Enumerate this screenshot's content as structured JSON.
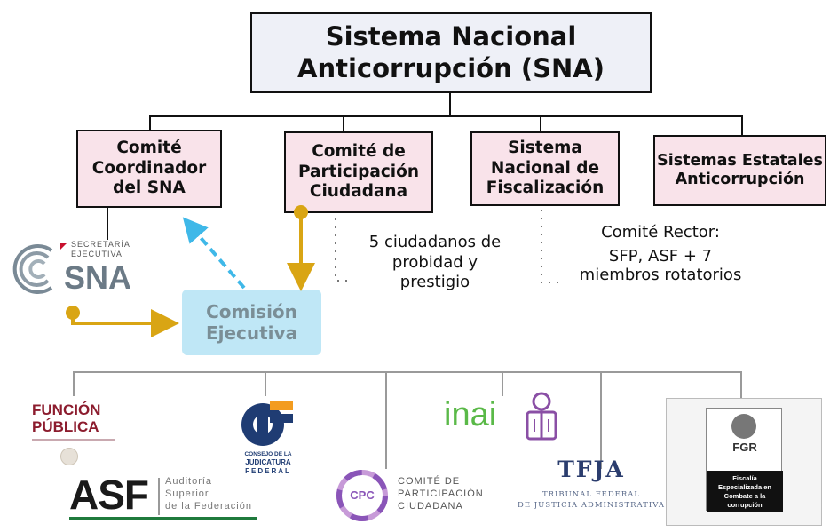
{
  "diagram": {
    "top": {
      "line1": "Sistema Nacional",
      "line2": "Anticorrupción (SNA)"
    },
    "boxes": [
      {
        "lines": [
          "Comité",
          "Coordinador",
          "del SNA"
        ]
      },
      {
        "lines": [
          "Comité de",
          "Participación",
          "Ciudadana"
        ]
      },
      {
        "lines": [
          "Sistema",
          "Nacional de",
          "Fiscalización"
        ]
      },
      {
        "lines": [
          "Sistemas Estatales",
          "Anticorrupción"
        ]
      }
    ],
    "comision": {
      "line1": "Comisión",
      "line2": "Ejecutiva"
    },
    "notes": {
      "ciudadanos": [
        "5 ciudadanos de",
        "probidad y",
        "prestigio"
      ],
      "rector": [
        "Comité Rector:",
        "SFP, ASF + 7",
        "miembros rotatorios"
      ]
    }
  },
  "logos": {
    "sesna": {
      "top1": "SECRETARÍA",
      "top2": "EJECUTIVA",
      "main": "SNA"
    },
    "funcion_publica": {
      "line1": "FUNCIÓN",
      "line2": "PÚBLICA"
    },
    "asf": {
      "main": "ASF",
      "line1": "Auditoría",
      "line2": "Superior",
      "line3": "de la Federación"
    },
    "cjf": {
      "line1": "CONSEJO DE LA",
      "line2": "JUDICATURA",
      "line3": "FEDERAL"
    },
    "cpc": {
      "badge": "CPC",
      "line1": "COMITÉ DE",
      "line2": "PARTICIPACIÓN",
      "line3": "CIUDADANA"
    },
    "inai": {
      "main": "inai"
    },
    "tfja": {
      "main": "TFJA",
      "line1": "TRIBUNAL FEDERAL",
      "line2": "DE JUSTICIA ADMINISTRATIVA"
    },
    "fgr": {
      "main": "FGR",
      "line1": "Fiscalía",
      "line2": "Especializada en",
      "line3": "Combate a la",
      "line4": "corrupción"
    }
  },
  "colors": {
    "pink": "#f9e3ea",
    "top": "#eef0f7",
    "comision": "#bfe7f6",
    "gold_arrow": "#d9a514",
    "blue_dash": "#3fb8e8",
    "fp_red": "#8c1c2e",
    "asf_green": "#1f7a3c",
    "cjf_navy": "#1f3c73",
    "cpc_purple": "#8a55b8",
    "inai_green": "#5ab948",
    "inai_purple": "#8a4fa5",
    "tfja_navy": "#2b3d6e"
  },
  "icons": [
    "sesna-logo",
    "funcion-publica-logo",
    "asf-logo",
    "cjf-logo",
    "cpc-logo",
    "inai-logo",
    "tfja-logo",
    "fgr-logo"
  ]
}
